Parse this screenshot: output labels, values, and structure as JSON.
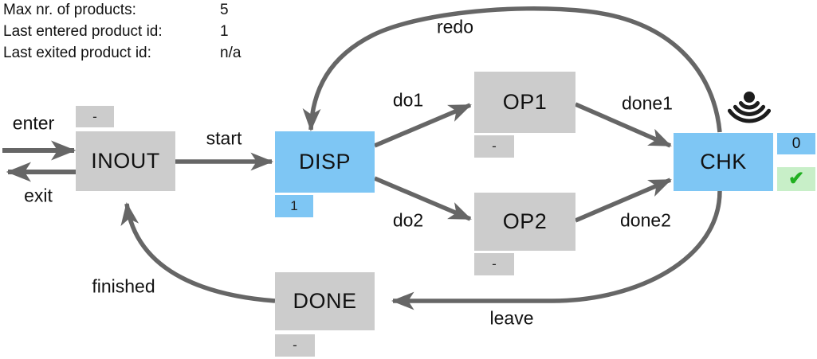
{
  "status": {
    "max_products_label": "Max nr. of products:",
    "max_products_value": "5",
    "last_entered_label": "Last entered product id:",
    "last_entered_value": "1",
    "last_exited_label": "Last exited product id:",
    "last_exited_value": "n/a"
  },
  "nodes": {
    "inout": {
      "label": "INOUT",
      "badge": "-"
    },
    "disp": {
      "label": "DISP",
      "badge": "1"
    },
    "op1": {
      "label": "OP1",
      "badge": "-"
    },
    "op2": {
      "label": "OP2",
      "badge": "-"
    },
    "chk": {
      "label": "CHK",
      "counter": "0",
      "check_glyph": "✔"
    },
    "done": {
      "label": "DONE",
      "badge": "-"
    }
  },
  "edges": {
    "enter": "enter",
    "exit": "exit",
    "start": "start",
    "do1": "do1",
    "do2": "do2",
    "done1": "done1",
    "done2": "done2",
    "redo": "redo",
    "leave": "leave",
    "finished": "finished"
  },
  "icons": {
    "signal": "signal-waves-icon",
    "check": "check-mark-icon"
  },
  "colors": {
    "node_gray": "#cccccc",
    "active_blue": "#7ec6f4",
    "arrow_gray": "#666666",
    "ok_green_bg": "#c8efc8",
    "ok_green_check": "#21b021",
    "icon_black": "#1c1c1c"
  }
}
